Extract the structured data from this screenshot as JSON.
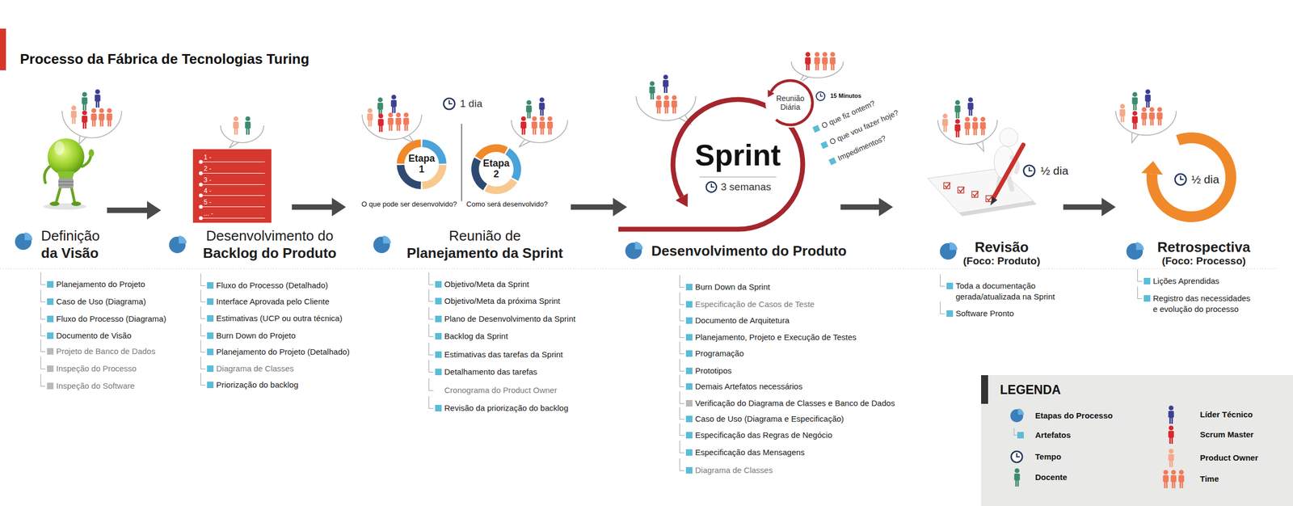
{
  "diagram": {
    "title": "Processo da Fábrica de Tecnologias Turing",
    "nodes": [
      {
        "text": [
          "Definição",
          "da Visão"
        ]
      },
      {
        "text": [
          "Desenvolvimento do",
          "Backlog do Produto"
        ]
      },
      {
        "text": [
          "1 -",
          "2 -",
          "3 -",
          "4 -",
          "5 -",
          "... -"
        ],
        "in": 1
      },
      {
        "text": [
          "Reunião de",
          "Planejamento da Sprint"
        ]
      },
      {
        "text": [
          "Etapa 1"
        ],
        "in": 3
      },
      {
        "text": [
          "Etapa 2"
        ],
        "in": 3
      },
      {
        "text": [
          "Desenvolvimento do Produto"
        ]
      },
      {
        "text": [
          "Sprint",
          "3 semanas"
        ],
        "in": 6
      },
      {
        "text": [
          "Reunião Diária"
        ],
        "in": 6
      },
      {
        "text": [
          "Revisão",
          "(Foco: Produto)"
        ]
      },
      {
        "text": [
          "Retrospectiva",
          "(Foco: Processo)"
        ]
      }
    ],
    "edges": [
      {
        "from": 0,
        "to": 1,
        "arrow": "to"
      },
      {
        "from": 1,
        "to": 3,
        "arrow": "to"
      },
      {
        "from": 3,
        "to": 6,
        "arrow": "to"
      },
      {
        "from": 6,
        "to": 9,
        "arrow": "to"
      },
      {
        "from": 9,
        "to": 10,
        "arrow": "to"
      }
    ],
    "labels": [
      "Planejamento do Projeto",
      "Caso de Uso (Diagrama)",
      "Fluxo do Processo (Diagrama)",
      "Documento de Visão",
      "Projeto de Banco de Dados",
      "Inspeção do Processo",
      "Inspeção do Software",
      "Fluxo do Processo (Detalhado)",
      "Interface Aprovada pelo Cliente",
      "Estimativas (UCP ou outra técnica)",
      "Burn Down do Projeto",
      "Planejamento do Projeto (Detalhado)",
      "Diagrama de Classes",
      "Priorização do backlog",
      "Objetivo/Meta da Sprint",
      "Objetivo/Meta da próxima Sprint",
      "Plano de Desenvolvimento da Sprint",
      "Backlog da Sprint",
      "Estimativas das tarefas da Sprint",
      "Detalhamento das tarefas",
      "Cronograma do Product Owner",
      "Revisão da priorização do backlog",
      "Burn Down da Sprint",
      "Especificação de Casos de Teste",
      "Documento de Arquitetura",
      "Planejamento, Projeto e Execução de Testes",
      "Programação",
      "Prototipos",
      "Demais Artefatos necessários",
      "Verificação do Diagrama de Classes e Banco de Dados",
      "Caso de Uso (Diagrama e Especificação)",
      "Especificação das Regras de Negócio",
      "Especificação das Mensagens",
      "Diagrama de Classes",
      "Toda a documentação gerada/atualizada na Sprint",
      "Software Pronto",
      "Lições Aprendidas",
      "Registro das necessidades e evolução do processo",
      "1 dia",
      "O que pode ser desenvolvido?",
      "Como será desenvolvido?",
      "15 Minutos",
      "O que fiz ontem?",
      "O que vou fazer hoje?",
      "Impedimentos?",
      "½ dia",
      "½ dia",
      "LEGENDA"
    ],
    "legend": [
      {
        "text": "Etapas do Processo"
      },
      {
        "text": "Artefatos"
      },
      {
        "text": "Tempo"
      },
      {
        "text": "Docente"
      },
      {
        "text": "Líder Técnico"
      },
      {
        "text": "Scrum Master"
      },
      {
        "text": "Product Owner"
      },
      {
        "text": "Time"
      }
    ]
  }
}
